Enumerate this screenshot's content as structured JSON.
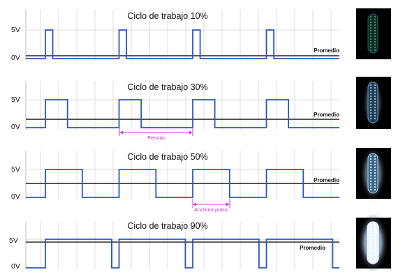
{
  "colors": {
    "signal": "#2b55c4",
    "average": "#1a1a1a",
    "grid": "#dcdcdc",
    "dimension": "#d23fd2",
    "photo_bg": "#000000",
    "led_glow": "#e8f4ff"
  },
  "panels": [
    {
      "title": "Ciclo de trabajo 10%",
      "high_label": "5V",
      "low_label": "0V",
      "average_label": "Promedio",
      "duty_cycle": 0.1,
      "photo": "led-strip-dim-icon"
    },
    {
      "title": "Ciclo de trabajo 30%",
      "high_label": "5V",
      "low_label": "0V",
      "average_label": "Promedio",
      "duty_cycle": 0.3,
      "dimension_label": "Periodo",
      "photo": "led-strip-medium-icon"
    },
    {
      "title": "Ciclo de trabajo 50%",
      "high_label": "5V",
      "low_label": "0V",
      "average_label": "Promedio",
      "duty_cycle": 0.5,
      "dimension_label": "Anchura pulso",
      "photo": "led-strip-bright-icon"
    },
    {
      "title": "Ciclo de trabajo 90%",
      "high_label": "5V",
      "low_label": "0V",
      "average_label": "Promedio",
      "duty_cycle": 0.9,
      "photo": "led-strip-full-icon"
    }
  ]
}
